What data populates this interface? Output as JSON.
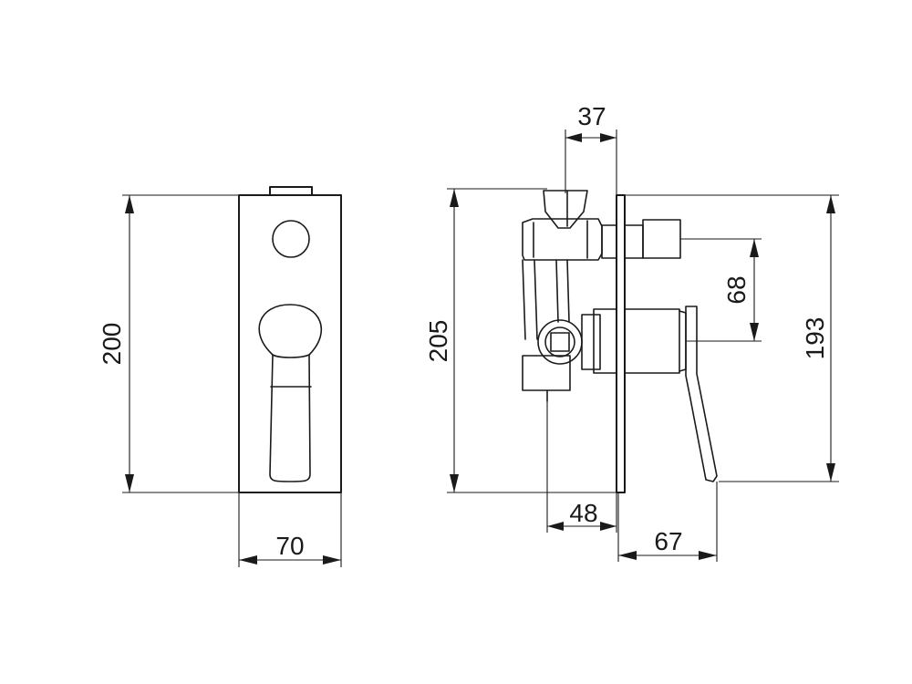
{
  "dimensions": {
    "front_height": "200",
    "front_width": "70",
    "side_total_height": "205",
    "diverter_width": "37",
    "outlet_spacing": "68",
    "plate_height": "193",
    "body_depth": "48",
    "handle_projection": "67"
  }
}
